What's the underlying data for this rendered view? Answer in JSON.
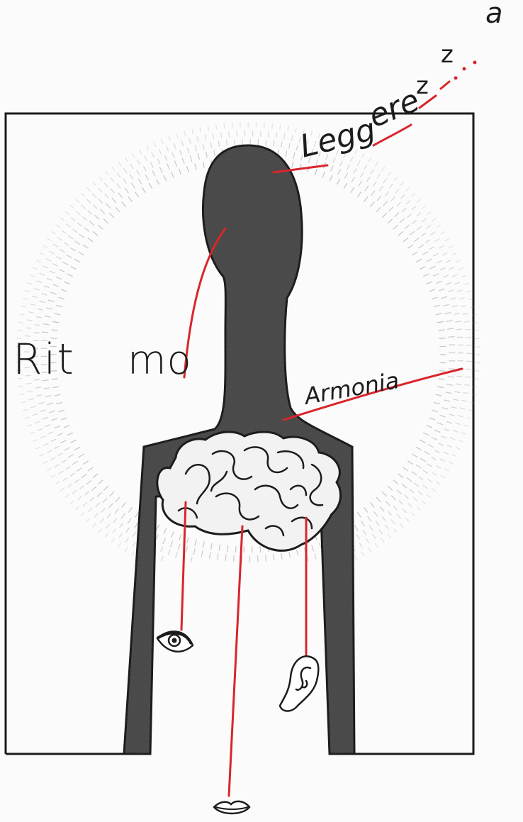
{
  "artwork": {
    "labels": {
      "ritmo_part1": "Rit",
      "ritmo_part2": "mo",
      "leggerezza_part1": "Legg",
      "leggerezza_part2": "ere",
      "leggerezza_z1": "z",
      "leggerezza_z2": "z",
      "leggerezza_dots": "...",
      "leggerezza_a": "a",
      "armonia": "Armonia"
    },
    "colors": {
      "ink": "#1c1c1c",
      "figure": "#4a4a4a",
      "figure_shadow": "#363636",
      "brain": "#f2f2f2",
      "red_line": "#d8262c",
      "paper": "#fbfbfb",
      "halo": "#9a9a9a"
    },
    "icons": [
      "eye-icon",
      "ear-icon",
      "lips-icon",
      "brain-illustration"
    ]
  }
}
